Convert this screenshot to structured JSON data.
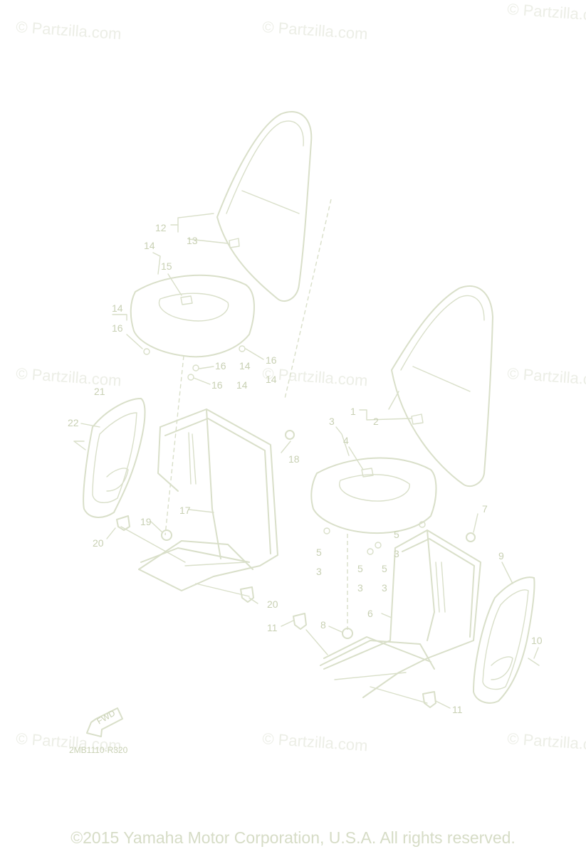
{
  "watermark": {
    "text": "© Partzilla.com"
  },
  "diagram_code": "2MB1110-R320",
  "fwd_label": "FWD",
  "callouts": {
    "c1": "1",
    "c2": "2",
    "c3a": "3",
    "c4": "4",
    "c5a": "5",
    "c3b": "3",
    "c5b": "5",
    "c3c": "3",
    "c5c": "5",
    "c3d": "3",
    "c5d": "5",
    "c3e": "3",
    "c6": "6",
    "c7": "7",
    "c8": "8",
    "c9": "9",
    "c10": "10",
    "c11a": "11",
    "c11b": "11",
    "c12": "12",
    "c13": "13",
    "c14a": "14",
    "c15": "15",
    "c14b": "14",
    "c16a": "16",
    "c16b": "16",
    "c14c": "14",
    "c16c": "16",
    "c14d": "14",
    "c16d": "16",
    "c14e": "14",
    "c17": "17",
    "c18": "18",
    "c19": "19",
    "c20a": "20",
    "c20b": "20",
    "c21": "21",
    "c22": "22"
  },
  "copyright": "©2015 Yamaha Motor Corporation, U.S.A. All rights reserved."
}
